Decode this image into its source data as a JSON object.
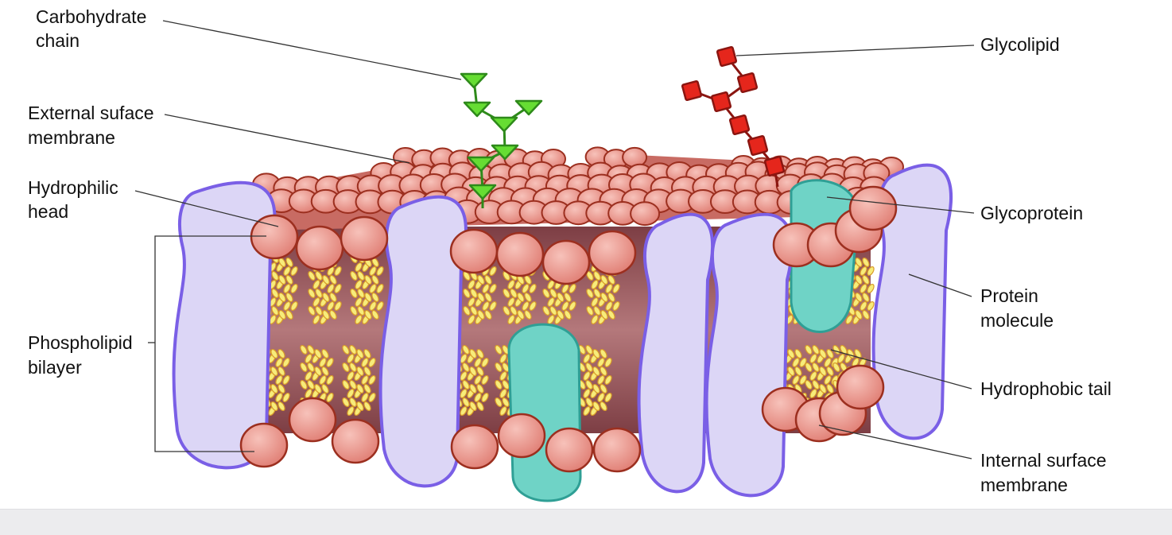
{
  "labels": {
    "carbohydrate_chain": [
      "Carbohydrate",
      "chain"
    ],
    "external_surface": [
      "External suface",
      "membrane"
    ],
    "hydrophilic_head": [
      "Hydrophilic",
      "head"
    ],
    "phospholipid_bilayer": [
      "Phospholipid",
      "bilayer"
    ],
    "glycolipid": [
      "Glycolipid"
    ],
    "glycoprotein": [
      "Glycoprotein"
    ],
    "protein_molecule": [
      "Protein",
      "molecule"
    ],
    "hydrophobic_tail": [
      "Hydrophobic tail"
    ],
    "internal_surface": [
      "Internal surface",
      "membrane"
    ]
  },
  "colors": {
    "head_fill": "#e88e86",
    "head_stroke": "#9c2f1f",
    "protein_fill": "#dcd6f6",
    "protein_stroke": "#7a5fe6",
    "glycoprotein_fill": "#6fd3c6",
    "tail_fill": "#f7ec7a",
    "tail_stroke": "#d99b2a",
    "carb_green": "#66dd33",
    "carb_red": "#e5261c",
    "interior": "#a96b6e",
    "leader": "#333333"
  }
}
